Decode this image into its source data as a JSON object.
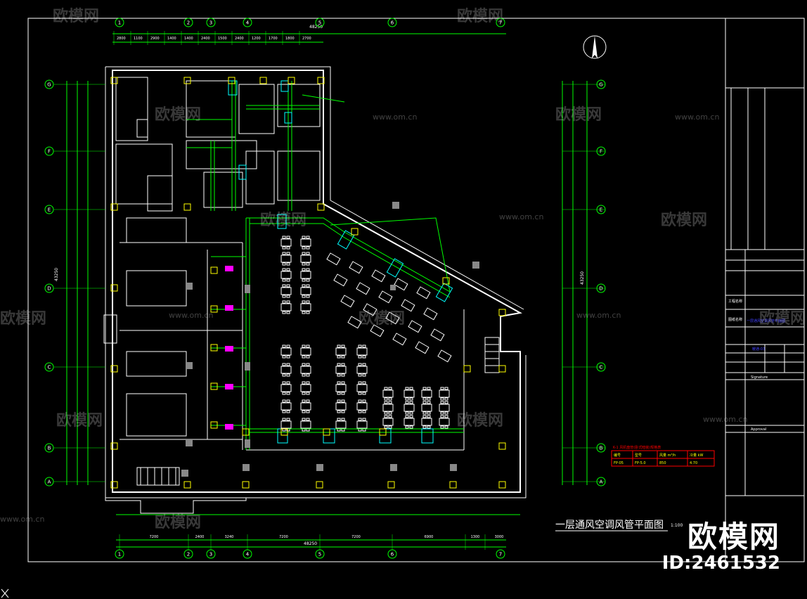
{
  "drawing": {
    "title": "一层通风空调风管平面图",
    "scale": "1:100",
    "total_dim_top": "48250",
    "total_dim_bottom": "48250",
    "total_dim_left": "43250",
    "total_dim_right": "43250"
  },
  "grid_top": [
    "1",
    "2",
    "3",
    "4",
    "5",
    "6",
    "7"
  ],
  "grid_left": [
    "G",
    "F",
    "E",
    "D",
    "C",
    "B",
    "A"
  ],
  "dims_bottom": [
    "7200",
    "2400",
    "3240",
    "7200",
    "7200",
    "6900",
    "1300",
    "3000"
  ],
  "dims_top": [
    "2800",
    "1100",
    "2900",
    "1400",
    "1400",
    "2400",
    "1500",
    "2400",
    "1200",
    "1700",
    "1800",
    "2700"
  ],
  "watermark": {
    "brand": "欧模网",
    "site": "www.om.cn",
    "id": "ID:2461532"
  },
  "colors": {
    "background": "#000000",
    "wall": "#ffffff",
    "duct": "#00ff00",
    "equipment": "#00ffff",
    "axis": "#00ff00",
    "highlight": "#ffff00",
    "magenta": "#ff00ff",
    "table_red": "#ff0000"
  },
  "legend_table": {
    "header": "K-1 风机盘管(卧式暗装)规格表",
    "rows": [
      [
        "编号",
        "型号",
        "风量 m³/h",
        "冷量 kW"
      ],
      [
        "FP-05",
        "FP-5.0",
        "850",
        "4.70"
      ]
    ]
  },
  "title_block": {
    "project_label": "工程名称",
    "drawing_label": "图纸名称",
    "drawing_name": "一层通风空调风管平面图",
    "drawing_no": "暖通-03",
    "signature": "Signature",
    "approval": "Approval"
  }
}
